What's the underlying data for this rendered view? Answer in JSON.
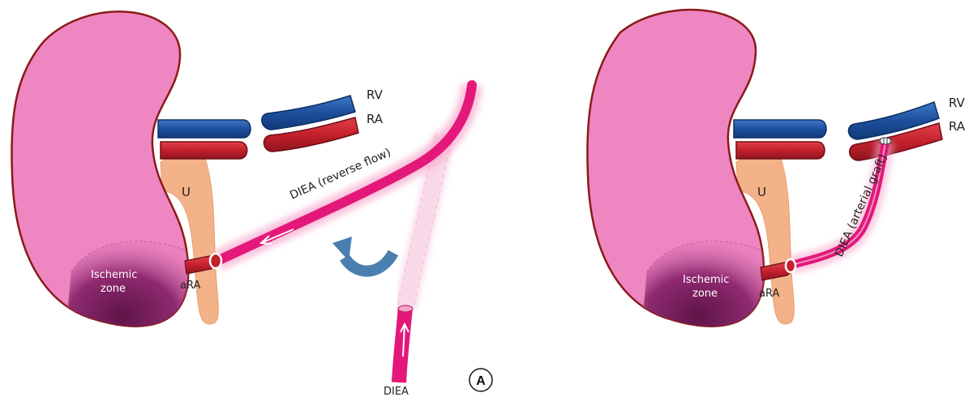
{
  "panel_left": {
    "label_rv": "RV",
    "label_ra": "RA",
    "label_u": "U",
    "label_diea_curve": "DIEA (reverse flow)",
    "label_ischemic_line1": "Ischemic",
    "label_ischemic_line2": "zone",
    "label_ara": "aRA",
    "label_diea_bottom": "DIEA"
  },
  "panel_right": {
    "label_rv": "RV",
    "label_ra": "RA",
    "label_u": "U",
    "label_diea_curve": "DIEA (arterial graft)",
    "label_ischemic_line1": "Ischemic",
    "label_ischemic_line2": "zone",
    "label_ara": "aRA"
  },
  "panel_badge": "A",
  "colors": {
    "kidney_fill": "#ee86c2",
    "kidney_outline": "#8b1a1a",
    "ischemic_dark": "#7a1f5c",
    "vein_blue": "#1d4f9c",
    "artery_red": "#c4202c",
    "ureter": "#f3b288",
    "diea_pink": "#e3187a",
    "rotation_arrow": "#4a7fb0"
  }
}
